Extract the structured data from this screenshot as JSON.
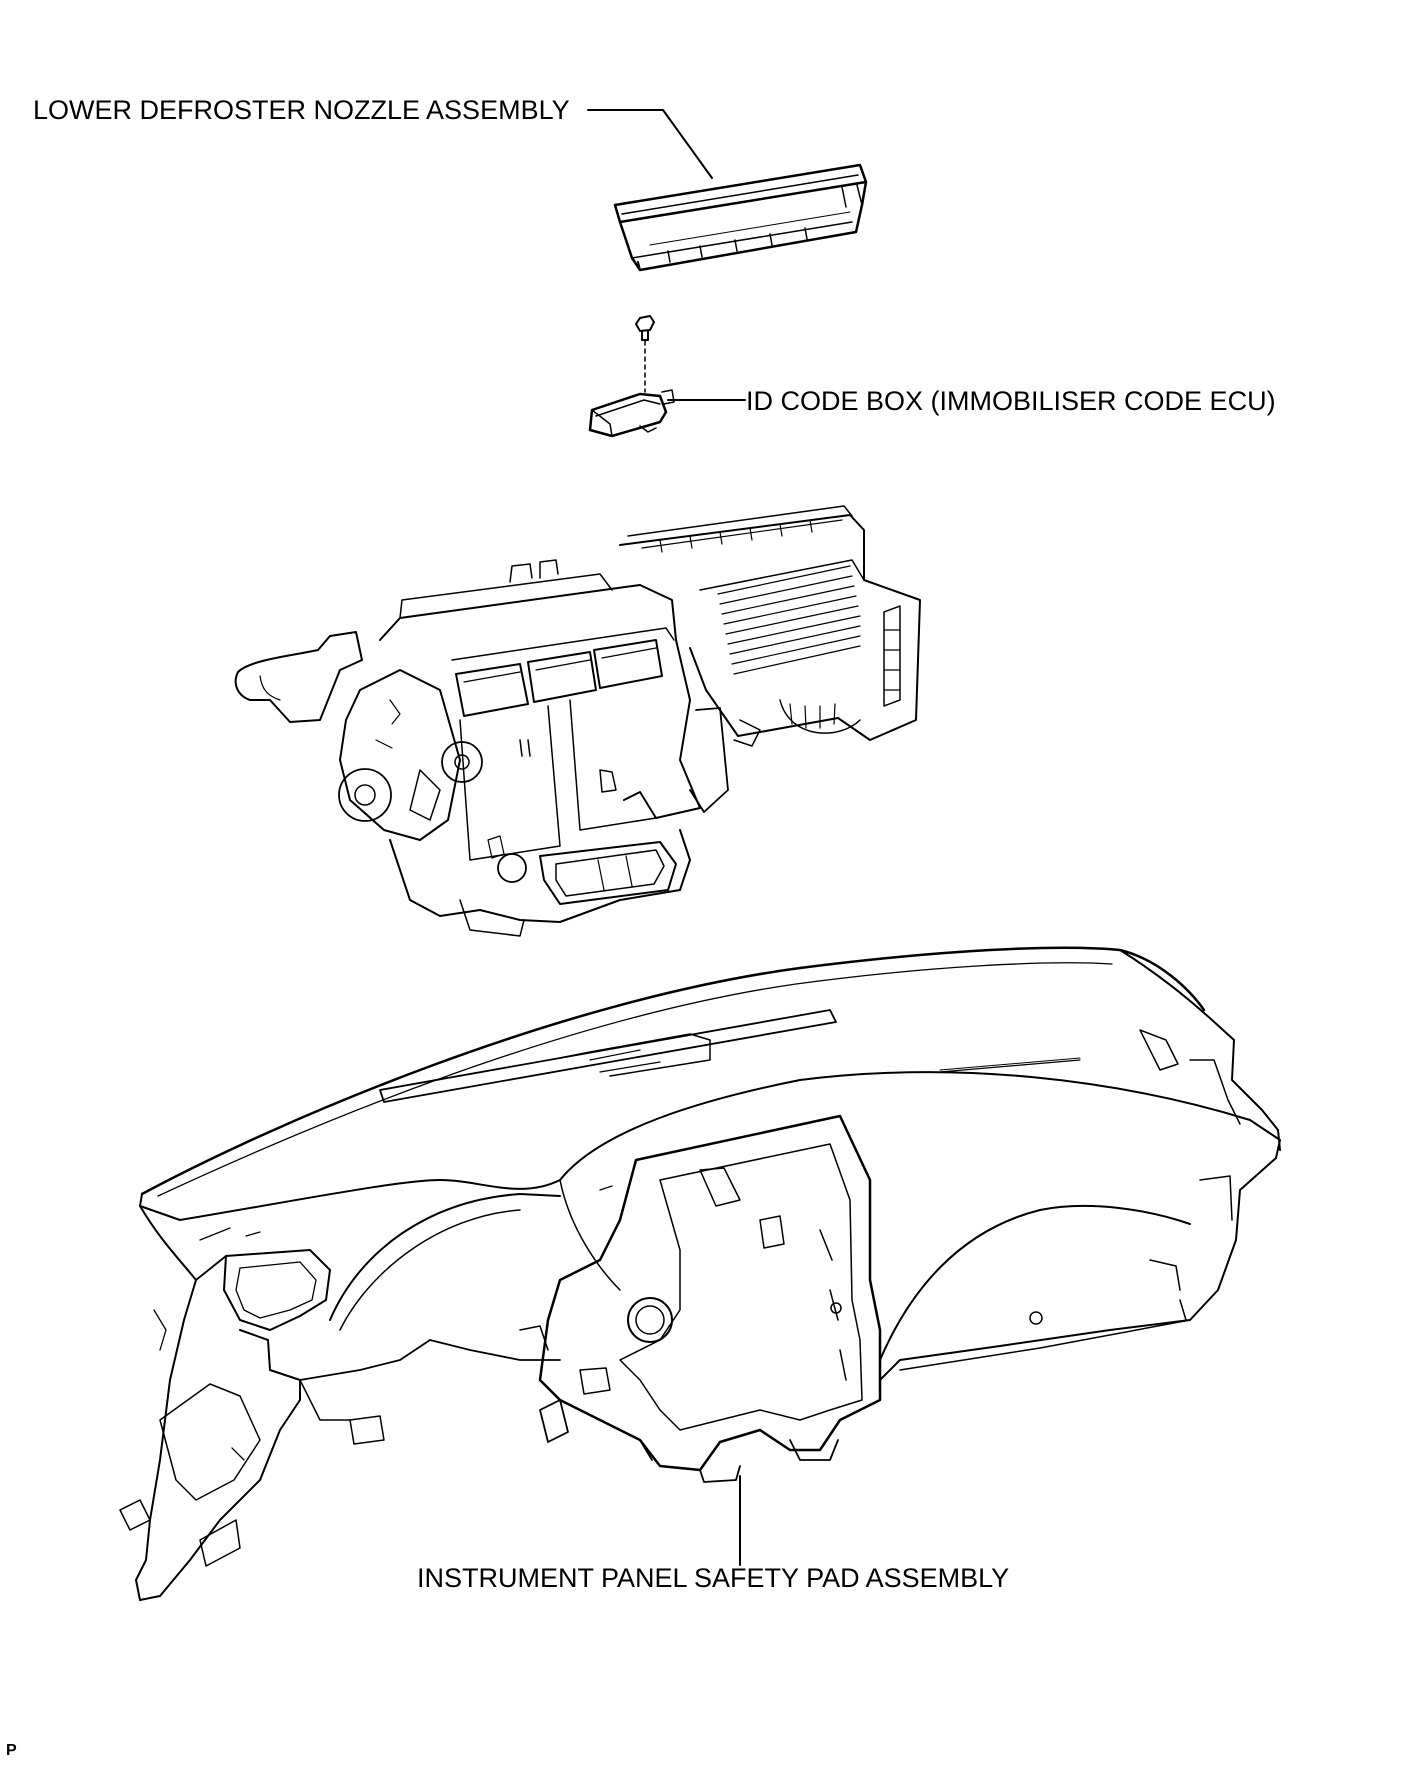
{
  "diagram": {
    "callouts": {
      "defroster": "LOWER DEFROSTER NOZZLE ASSEMBLY",
      "id_code_box": "ID CODE BOX (IMMOBILISER CODE ECU)",
      "safety_pad": "INSTRUMENT PANEL SAFETY PAD ASSEMBLY"
    },
    "corner_mark": "P"
  },
  "colors": {
    "line": "#000000",
    "background": "#ffffff"
  }
}
